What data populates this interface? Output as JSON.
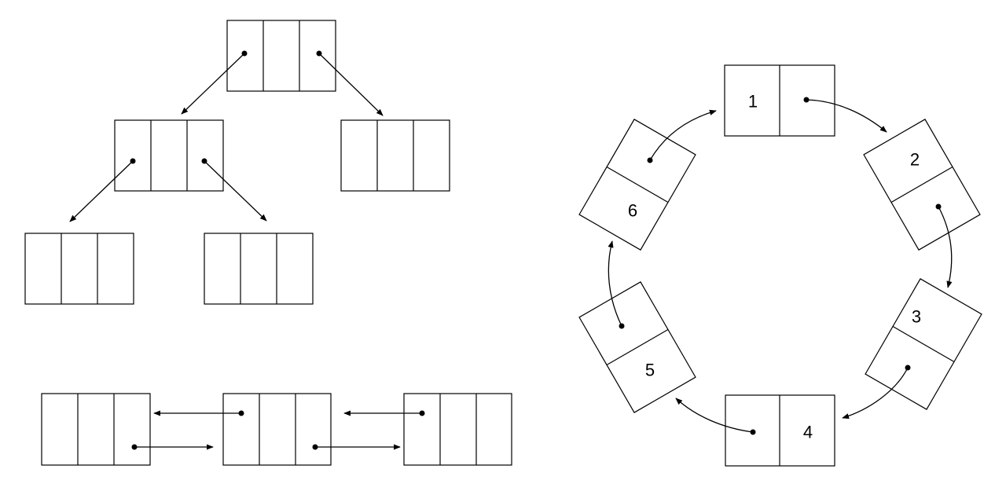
{
  "ring": {
    "nodes": [
      {
        "label": "1"
      },
      {
        "label": "2"
      },
      {
        "label": "3"
      },
      {
        "label": "4"
      },
      {
        "label": "5"
      },
      {
        "label": "6"
      }
    ]
  }
}
